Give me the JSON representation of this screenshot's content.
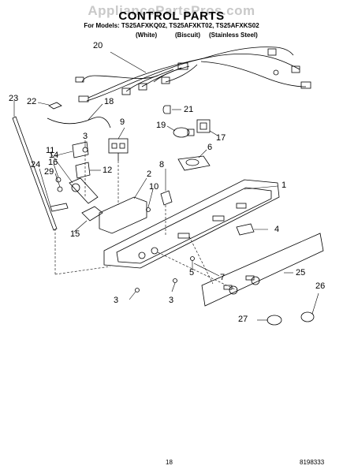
{
  "watermark": "AppliancePartsPros.com",
  "title": "CONTROL PARTS",
  "models_line": "For Models: TS25AFXKQ02, TS25AFXKT02, TS25AFXKS02",
  "variants": [
    "(White)",
    "(Biscuit)",
    "(Stainless Steel)"
  ],
  "page_number": "18",
  "doc_number": "8198333",
  "callouts": [
    "20",
    "18",
    "22",
    "23",
    "9",
    "21",
    "19",
    "17",
    "6",
    "3",
    "14",
    "11",
    "12",
    "16",
    "29",
    "24",
    "8",
    "2",
    "10",
    "1",
    "15",
    "4",
    "5",
    "7",
    "3",
    "3",
    "25",
    "26",
    "27"
  ]
}
